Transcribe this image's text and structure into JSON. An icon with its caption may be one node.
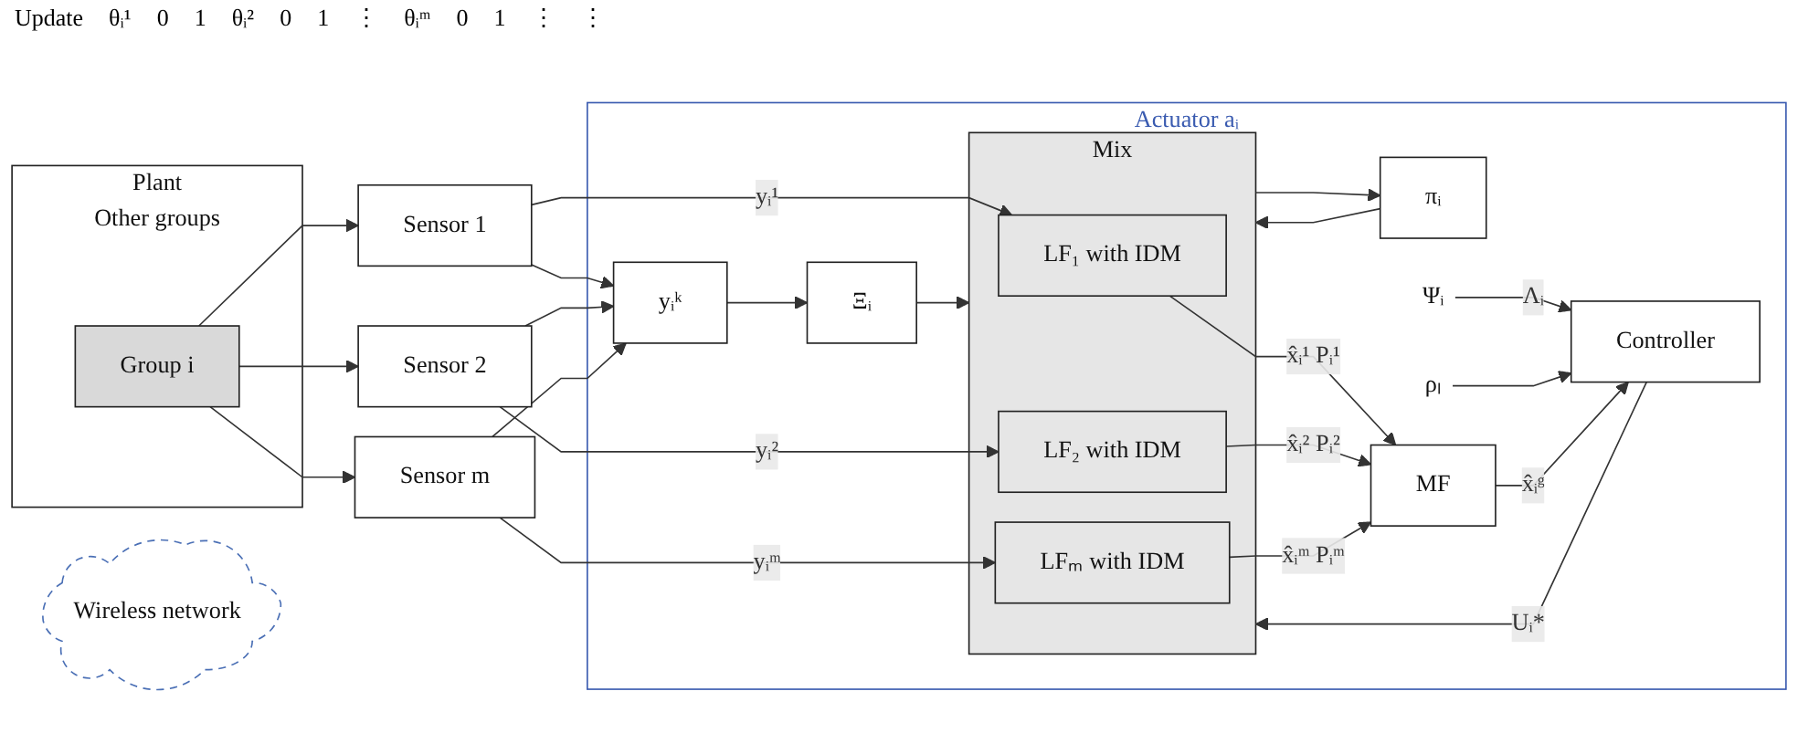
{
  "diagram": {
    "nodes": [
      {
        "text": [
          "Plant",
          "Other groups"
        ]
      },
      {
        "text": [
          "Group i"
        ],
        "in": 0
      },
      {
        "text": [
          "Sensor 1"
        ]
      },
      {
        "text": [
          "Sensor 2"
        ]
      },
      {
        "text": [
          "Sensor m"
        ]
      },
      {
        "text": [
          "Wireless network"
        ]
      },
      {
        "text": [
          "Actuator aᵢ"
        ]
      },
      {
        "text": [
          "yᵢᵏ"
        ],
        "in": 6
      },
      {
        "text": [
          "Ξᵢ"
        ],
        "in": 6
      },
      {
        "text": [
          "πᵢ"
        ],
        "in": 6
      },
      {
        "text": [
          "Ψᵢ"
        ],
        "in": 6
      },
      {
        "text": [
          "ρₗ"
        ],
        "in": 6
      },
      {
        "text": [
          "Controller"
        ],
        "in": 6
      },
      {
        "text": [
          "Mix"
        ],
        "in": 6
      },
      {
        "text": [
          "LF₁ with IDM"
        ],
        "in": 13
      },
      {
        "text": [
          "LF₂ with IDM"
        ],
        "in": 13
      },
      {
        "text": [
          "LFₘ with IDM"
        ],
        "in": 13
      },
      {
        "text": [
          "MF"
        ],
        "in": 6
      }
    ],
    "edges": [
      {
        "from": 1,
        "to": 2,
        "arrow": "to"
      },
      {
        "from": 1,
        "to": 3,
        "arrow": "to"
      },
      {
        "from": 1,
        "to": 4,
        "arrow": "to"
      },
      {
        "from": 2,
        "to": 14,
        "arrow": "to",
        "label": "yᵢ¹"
      },
      {
        "from": 3,
        "to": 15,
        "arrow": "to",
        "label": "yᵢ²"
      },
      {
        "from": 4,
        "to": 16,
        "arrow": "to",
        "label": "yᵢᵐ"
      },
      {
        "from": 2,
        "to": 7,
        "arrow": "to"
      },
      {
        "from": 3,
        "to": 7,
        "arrow": "to"
      },
      {
        "from": 4,
        "to": 7,
        "arrow": "to"
      },
      {
        "from": 7,
        "to": 8,
        "arrow": "to"
      },
      {
        "from": 8,
        "to": 13,
        "arrow": "to"
      },
      {
        "from": 9,
        "to": 13,
        "arrow": "to"
      },
      {
        "from": 13,
        "to": 9,
        "arrow": "to"
      },
      {
        "from": 10,
        "to": 12,
        "arrow": "to",
        "label": "Λᵢ"
      },
      {
        "from": 11,
        "to": 12,
        "arrow": "to"
      },
      {
        "from": 12,
        "to": 13,
        "arrow": "to",
        "label": "Uᵢ*"
      },
      {
        "from": 14,
        "to": 17,
        "arrow": "to",
        "label": "x̂ᵢ¹ Pᵢ¹"
      },
      {
        "from": 15,
        "to": 17,
        "arrow": "to",
        "label": "x̂ᵢ² Pᵢ²"
      },
      {
        "from": 16,
        "to": 17,
        "arrow": "to",
        "label": "x̂ᵢᵐ Pᵢᵐ"
      },
      {
        "from": 17,
        "to": 12,
        "arrow": "to",
        "label": "x̂ᵢᵍ"
      }
    ],
    "labels": [
      "Update",
      "θᵢ¹",
      "0",
      "1",
      "θᵢ²",
      "0",
      "1",
      "⋮",
      "θᵢᵐ",
      "0",
      "1",
      "⋮",
      "⋮"
    ]
  }
}
